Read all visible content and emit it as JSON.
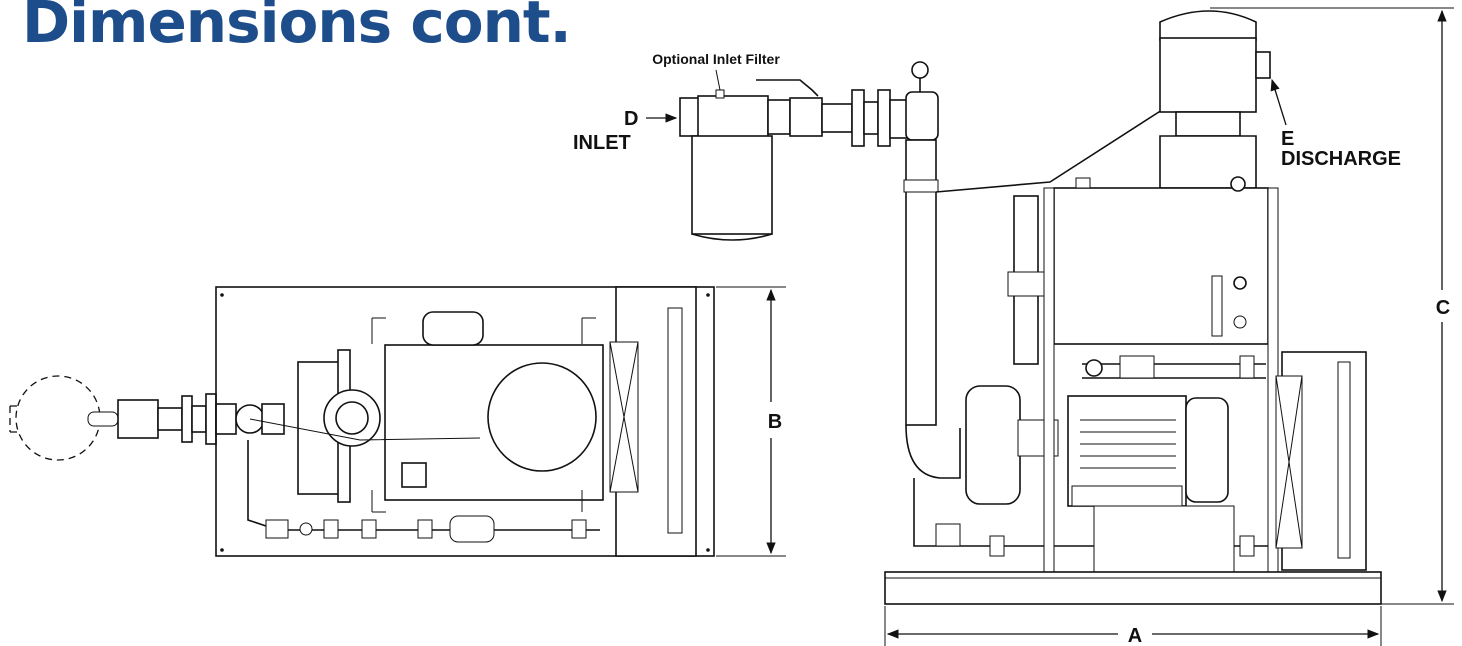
{
  "page": {
    "title": "Dimensions cont.",
    "title_color": "#1d4d8a"
  },
  "labels": {
    "inlet_filter": "Optional Inlet Filter",
    "inlet_letter": "D",
    "inlet": "INLET",
    "discharge_letter": "E",
    "discharge": "DISCHARGE",
    "dim_a": "A",
    "dim_b": "B",
    "dim_c": "C"
  }
}
